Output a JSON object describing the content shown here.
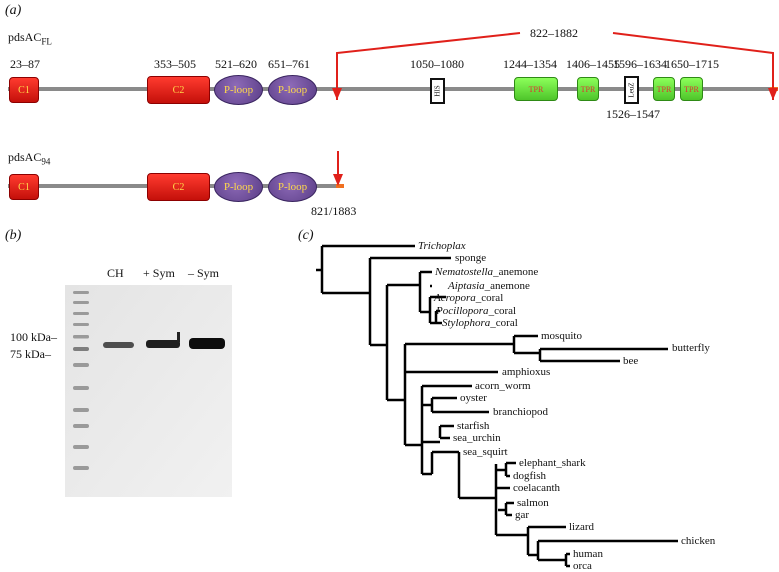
{
  "panel_a": {
    "label": "(a)",
    "fl_title": "pdsAC",
    "fl_sub": "FL",
    "trunc_title": "pdsAC",
    "trunc_sub": "94",
    "fl_domains": {
      "c1": {
        "label": "C1",
        "range": "23–87"
      },
      "c2": {
        "label": "C2",
        "range": "353–505"
      },
      "p1": {
        "label": "P-loop",
        "range": "521–620"
      },
      "p2": {
        "label": "P-loop",
        "range": "651–761"
      },
      "his": {
        "label": "HIS",
        "range": "1050–1080"
      },
      "tpr1": {
        "label": "TPR",
        "range": "1244–1354"
      },
      "tpr2": {
        "label": "TPR",
        "range": "1406–1455"
      },
      "leuz": {
        "label": "LeuZ",
        "range": "1526–1547"
      },
      "tpr3": {
        "label": "TPR",
        "range": "1596–1634"
      },
      "tpr4": {
        "label": "TPR",
        "range": "1650–1715"
      }
    },
    "deletion_range": "822–1882",
    "trunc_domains": {
      "c1": "C1",
      "c2": "C2",
      "p1": "P-loop",
      "p2": "P-loop"
    },
    "trunc_site": "821/1883"
  },
  "panel_b": {
    "label": "(b)",
    "lanes": [
      "CH",
      "+ Sym",
      "– Sym"
    ],
    "markers": [
      "100 kDa–",
      "75 kDa–"
    ]
  },
  "panel_c": {
    "label": "(c)",
    "taxa": {
      "trichoplax": "Trichoplax",
      "sponge": "sponge",
      "nematostella_i": "Nematostella",
      "nematostella_r": "_anemone",
      "aiptasia_i": "Aiptasia",
      "aiptasia_r": "_anemone",
      "acropora_i": "Acropora",
      "acropora_r": "_coral",
      "pocillopora_i": "Pocillopora",
      "pocillopora_r": "_coral",
      "stylophora_i": "Stylophora",
      "stylophora_r": "_coral",
      "mosquito": "mosquito",
      "butterfly": "butterfly",
      "bee": "bee",
      "amphioxus": "amphioxus",
      "acorn_worm": "acorn_worm",
      "oyster": "oyster",
      "branchiopod": "branchiopod",
      "starfish": "starfish",
      "sea_urchin": "sea_urchin",
      "sea_squirt": "sea_squirt",
      "elephant_shark": "elephant_shark",
      "dogfish": "dogfish",
      "coelacanth": "coelacanth",
      "salmon": "salmon",
      "gar": "gar",
      "lizard": "lizard",
      "chicken": "chicken",
      "human": "human",
      "orca": "orca"
    }
  }
}
